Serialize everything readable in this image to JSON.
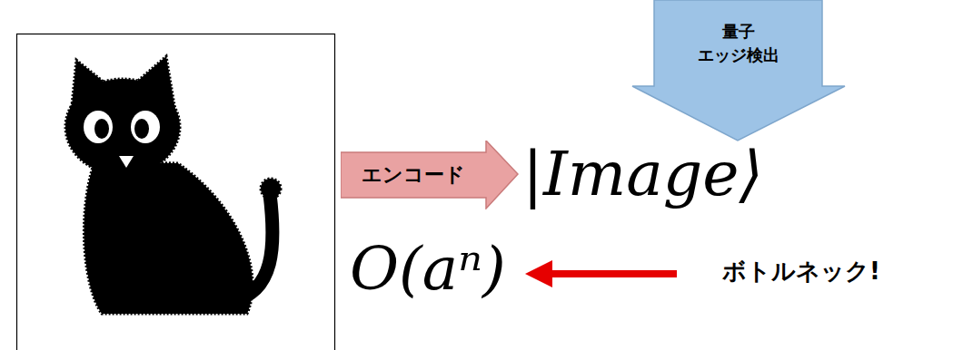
{
  "diagram": {
    "nodes": [
      {
        "text": [
          "量子 エッジ検出"
        ]
      },
      {
        "text": [
          "エンコード"
        ]
      }
    ],
    "labels": [
      "|Image⟩",
      "O(aⁿ)",
      "ボトルネック!"
    ]
  }
}
